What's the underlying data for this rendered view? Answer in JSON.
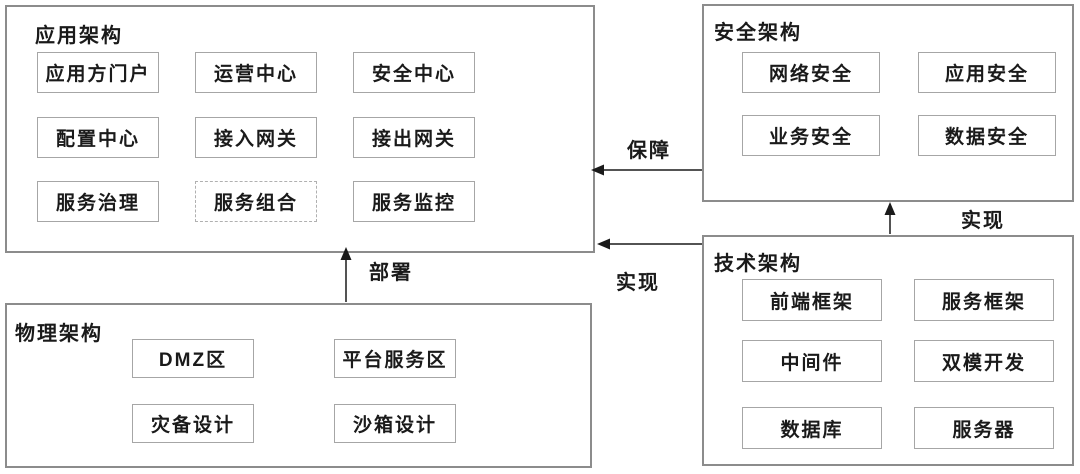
{
  "diagram": {
    "background": "#ffffff",
    "colors": {
      "panel_border": "#8c8c8c",
      "node_border": "#a6a6a6",
      "dashed_node_border": "#b0b0b0",
      "arrow": "#1a1a1a",
      "text": "#1a1a1a"
    },
    "panels": {
      "application": {
        "title": "应用架构",
        "items": [
          "应用方门户",
          "运营中心",
          "安全中心",
          "配置中心",
          "接入网关",
          "接出网关",
          "服务治理",
          "服务组合",
          "服务监控"
        ],
        "dashed_item": "服务组合"
      },
      "security": {
        "title": "安全架构",
        "items": [
          "网络安全",
          "应用安全",
          "业务安全",
          "数据安全"
        ]
      },
      "technology": {
        "title": "技术架构",
        "items": [
          "前端框架",
          "服务框架",
          "中间件",
          "双模开发",
          "数据库",
          "服务器"
        ]
      },
      "physical": {
        "title": "物理架构",
        "items": [
          "DMZ区",
          "平台服务区",
          "灾备设计",
          "沙箱设计"
        ]
      }
    },
    "arrows": [
      {
        "label": "保障",
        "from": "安全架构",
        "to": "应用架构",
        "direction": "left"
      },
      {
        "label": "实现",
        "from": "技术架构",
        "to": "安全架构",
        "direction": "up"
      },
      {
        "label": "实现",
        "from": "技术架构",
        "to": "应用架构",
        "direction": "left"
      },
      {
        "label": "部署",
        "from": "物理架构",
        "to": "应用架构",
        "direction": "up"
      }
    ]
  }
}
